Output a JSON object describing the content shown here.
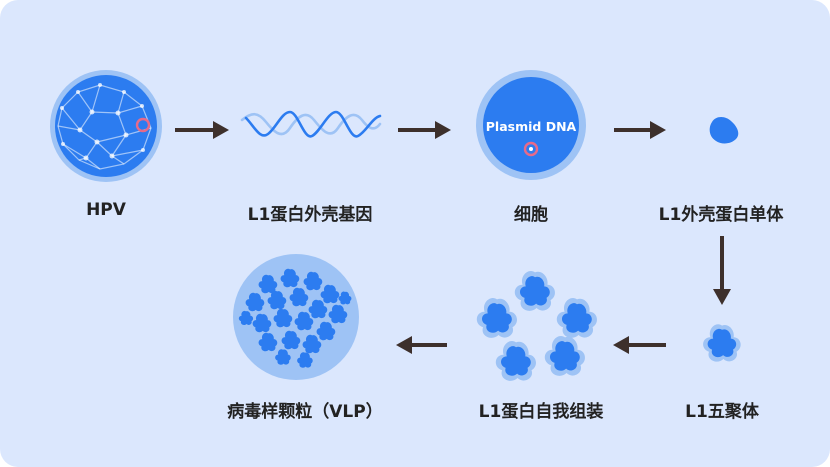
{
  "colors": {
    "background": "#dbe7fd",
    "bright_blue": "#2c7cf0",
    "light_blue": "#9ec3f5",
    "arrow": "#3d302c",
    "marker": "#e86a89",
    "label": "#222222"
  },
  "steps": [
    {
      "label": "HPV"
    },
    {
      "label": "L1蛋白外壳基因"
    },
    {
      "label": "细胞",
      "inner_text": "Plasmid DNA"
    },
    {
      "label": "L1外壳蛋白单体"
    },
    {
      "label": "L1五聚体"
    },
    {
      "label": "L1蛋白自我组装"
    },
    {
      "label": "病毒样颗粒（VLP）"
    }
  ],
  "icons": [
    "hpv-virus-icon",
    "dna-helix-icon",
    "cell-icon",
    "protein-monomer-icon",
    "pentamer-icon",
    "self-assembly-icon",
    "vlp-particle-icon"
  ]
}
